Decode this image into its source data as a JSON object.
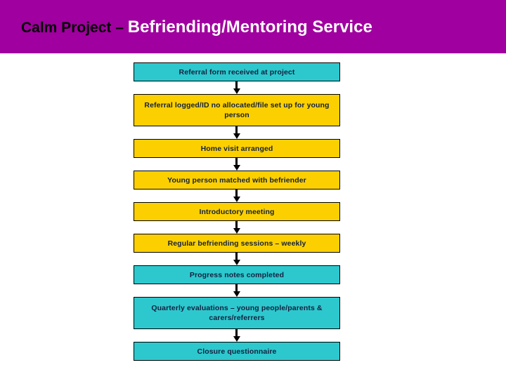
{
  "header": {
    "title_prefix": "Calm Project – ",
    "title_main": "Befriending/Mentoring Service",
    "background_color": "#a0009f",
    "prefix_color": "#000000",
    "main_color": "#ffffff"
  },
  "palette": {
    "teal": "#2dc8ce",
    "yellow": "#fcd000",
    "border": "#000000",
    "text": "#14213d"
  },
  "flowchart": {
    "type": "vertical-flow",
    "nodes": [
      {
        "id": "referral-form-received",
        "label": "Referral form received at project",
        "color": "teal",
        "lines": 1
      },
      {
        "id": "referral-logged",
        "label": "Referral logged/ID no allocated/file set up for young person",
        "color": "yellow",
        "lines": 2
      },
      {
        "id": "home-visit-arranged",
        "label": "Home visit arranged",
        "color": "yellow",
        "lines": 1
      },
      {
        "id": "young-person-matched",
        "label": "Young person matched with befriender",
        "color": "yellow",
        "lines": 1
      },
      {
        "id": "introductory-meeting",
        "label": "Introductory meeting",
        "color": "yellow",
        "lines": 1
      },
      {
        "id": "regular-sessions",
        "label": "Regular befriending sessions – weekly",
        "color": "yellow",
        "lines": 1
      },
      {
        "id": "progress-notes",
        "label": "Progress notes completed",
        "color": "teal",
        "lines": 1
      },
      {
        "id": "quarterly-evaluations",
        "label": "Quarterly evaluations – young people/parents & carers/referrers",
        "color": "teal",
        "lines": 2
      },
      {
        "id": "closure-questionnaire",
        "label": "Closure questionnaire",
        "color": "teal",
        "lines": 1
      }
    ],
    "connectors": 8
  }
}
